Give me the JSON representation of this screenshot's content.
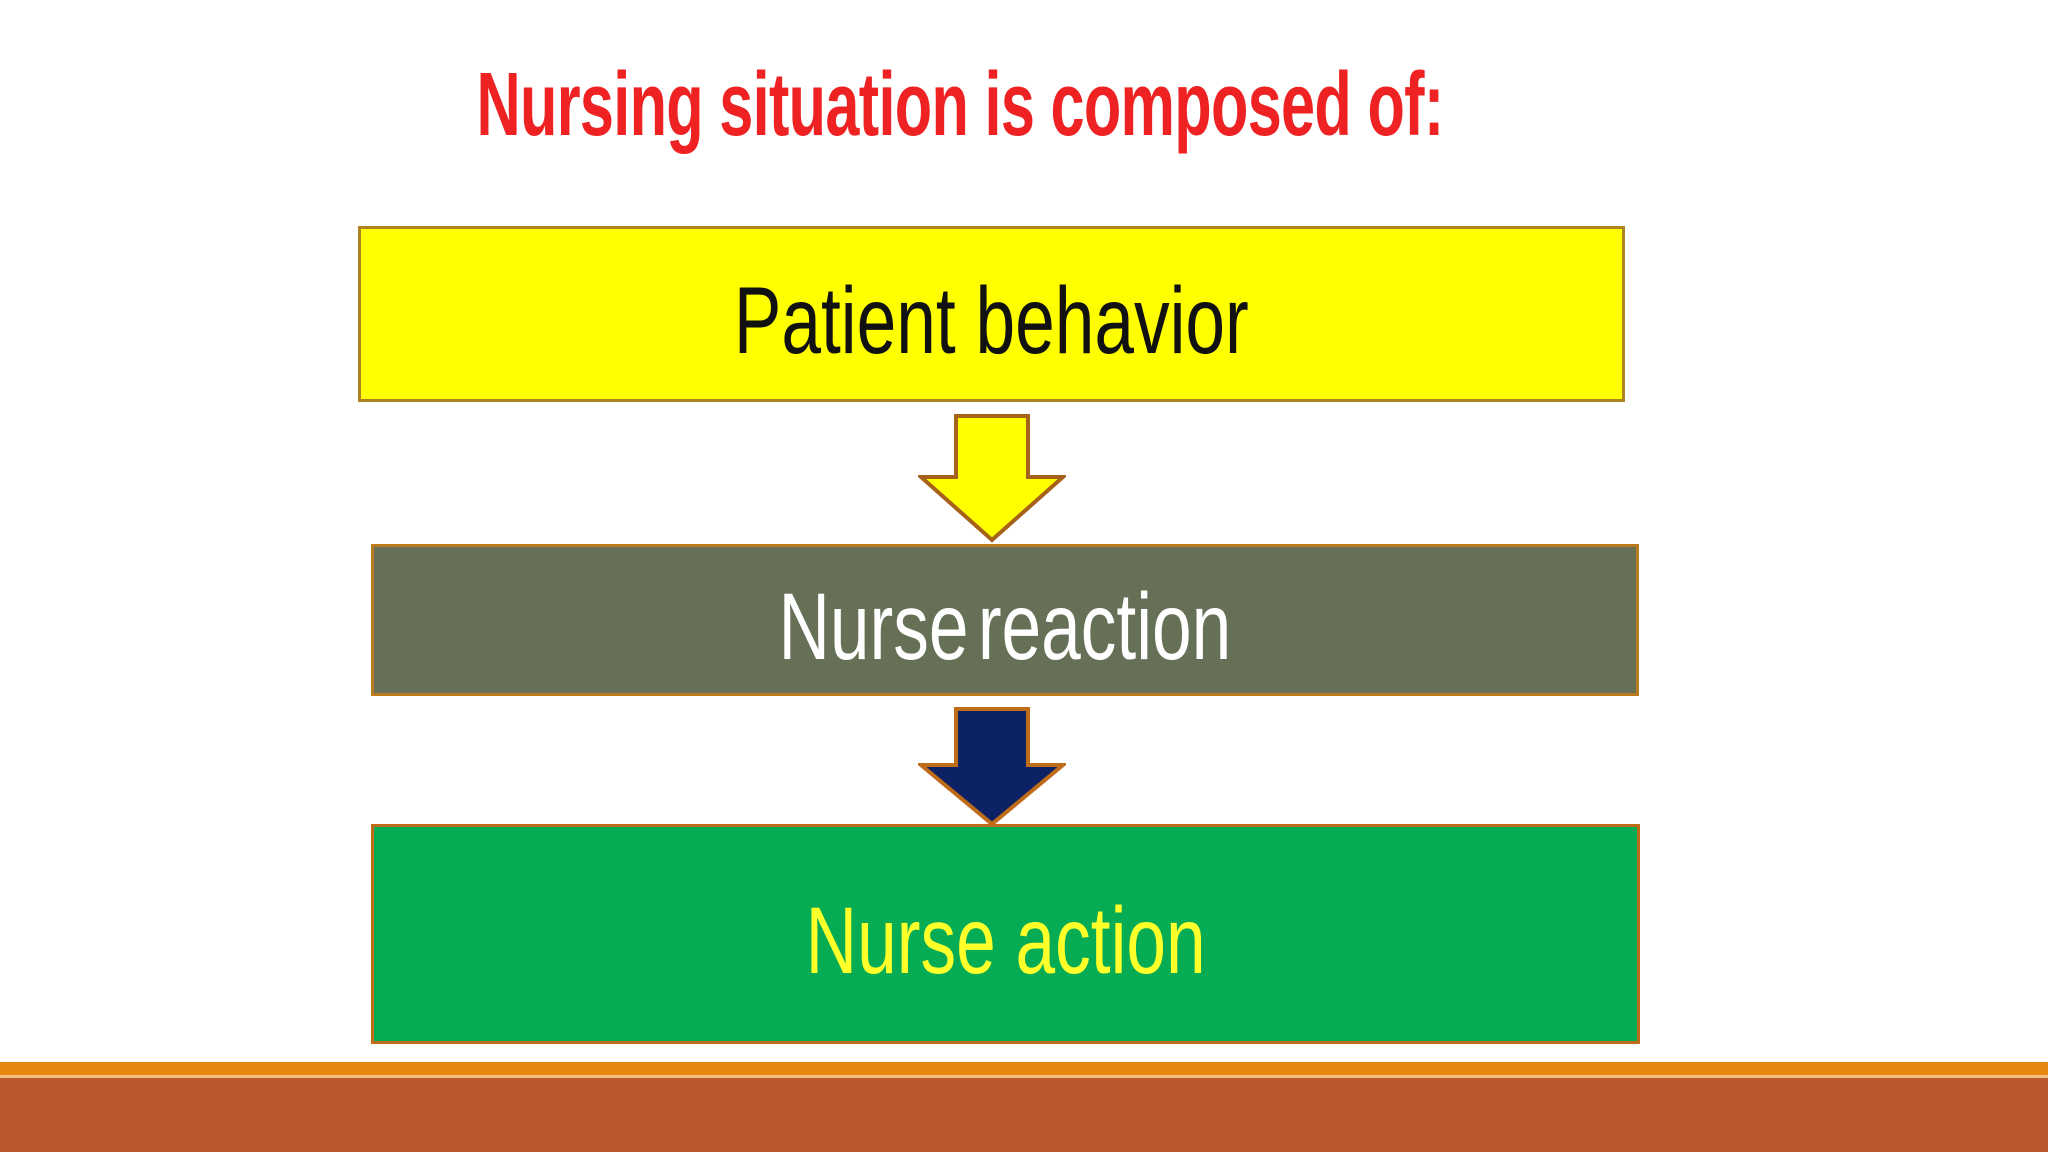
{
  "slide": {
    "title": {
      "text": "Nursing situation is composed of:",
      "color": "#EE2222"
    },
    "flow": {
      "boxes": [
        {
          "id": "patient-behavior",
          "label": "Patient behavior",
          "fill": "#FFFF00",
          "border": "#AD831F",
          "text_color": "#111111"
        },
        {
          "id": "nurse-reaction",
          "label": "Nurse reaction",
          "fill": "#667056",
          "border": "#BA7A1E",
          "text_color": "#FFFFFF"
        },
        {
          "id": "nurse-action",
          "label": "Nurse action",
          "fill": "#05AC53",
          "border": "#BE6B1A",
          "text_color": "#FFFF2A"
        }
      ],
      "arrows": [
        {
          "icon": "down-arrow-yellow-icon",
          "fill": "#FFFF00",
          "outline": "#A6611B"
        },
        {
          "icon": "down-arrow-navy-icon",
          "fill": "#0C2264",
          "outline": "#BE6B1A"
        }
      ]
    },
    "footer": {
      "strip_color": "#E8870E",
      "bar_color": "#BB592C"
    }
  }
}
